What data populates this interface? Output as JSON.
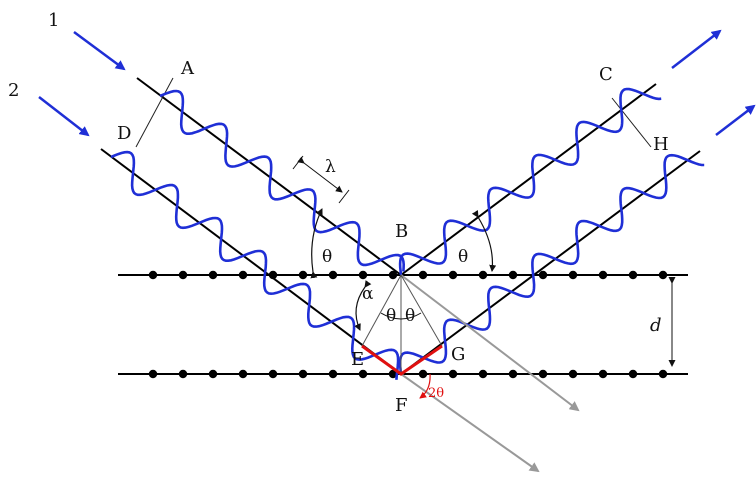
{
  "diagram": {
    "ray_labels": [
      "1",
      "2"
    ],
    "points": {
      "A": "A",
      "B": "B",
      "C": "C",
      "D": "D",
      "E": "E",
      "F": "F",
      "G": "G",
      "H": "H"
    },
    "symbols": {
      "wavelength": "λ",
      "theta": "θ",
      "alpha": "α",
      "two_theta": "2θ",
      "spacing": "d"
    },
    "colors": {
      "wave": "#1f2fd6",
      "arrow": "#1f2fd6",
      "path_difference": "#e01010",
      "scattered": "#999999",
      "lattice": "#000000"
    },
    "lattice_planes": 2,
    "atoms_per_plane": 18
  }
}
